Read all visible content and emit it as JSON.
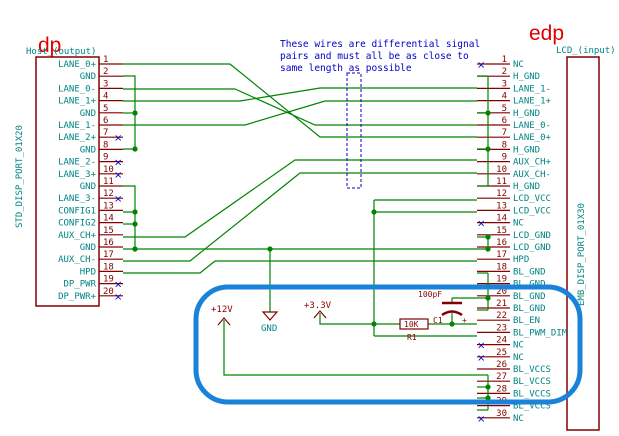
{
  "titles": {
    "left": "dp",
    "right": "edp"
  },
  "left_connector": {
    "name": "Host_(output)",
    "part": "STD_DISP_PORT_01X20",
    "pins": [
      {
        "n": "1",
        "label": "LANE_0+"
      },
      {
        "n": "2",
        "label": "GND"
      },
      {
        "n": "3",
        "label": "LANE_0-"
      },
      {
        "n": "4",
        "label": "LANE_1+"
      },
      {
        "n": "5",
        "label": "GND"
      },
      {
        "n": "6",
        "label": "LANE_1-"
      },
      {
        "n": "7",
        "label": "LANE_2+"
      },
      {
        "n": "8",
        "label": "GND"
      },
      {
        "n": "9",
        "label": "LANE_2-"
      },
      {
        "n": "10",
        "label": "LANE_3+"
      },
      {
        "n": "11",
        "label": "GND"
      },
      {
        "n": "12",
        "label": "LANE_3-"
      },
      {
        "n": "13",
        "label": "CONFIG1"
      },
      {
        "n": "14",
        "label": "CONFIG2"
      },
      {
        "n": "15",
        "label": "AUX_CH+"
      },
      {
        "n": "16",
        "label": "GND"
      },
      {
        "n": "17",
        "label": "AUX_CH-"
      },
      {
        "n": "18",
        "label": "HPD"
      },
      {
        "n": "19",
        "label": "DP_PWR"
      },
      {
        "n": "20",
        "label": "DP_PWR+"
      }
    ]
  },
  "right_connector": {
    "name": "LCD_(input)",
    "part": "EMB_DISP_PORT_01X30",
    "pins": [
      {
        "n": "1",
        "label": "NC"
      },
      {
        "n": "2",
        "label": "H_GND"
      },
      {
        "n": "3",
        "label": "LANE_1-"
      },
      {
        "n": "4",
        "label": "LANE_1+"
      },
      {
        "n": "5",
        "label": "H_GND"
      },
      {
        "n": "6",
        "label": "LANE_0-"
      },
      {
        "n": "7",
        "label": "LANE_0+"
      },
      {
        "n": "8",
        "label": "H_GND"
      },
      {
        "n": "9",
        "label": "AUX_CH+"
      },
      {
        "n": "10",
        "label": "AUX_CH-"
      },
      {
        "n": "11",
        "label": "H_GND"
      },
      {
        "n": "12",
        "label": "LCD_VCC"
      },
      {
        "n": "13",
        "label": "LCD_VCC"
      },
      {
        "n": "14",
        "label": "NC"
      },
      {
        "n": "15",
        "label": "LCD_GND"
      },
      {
        "n": "16",
        "label": "LCD_GND"
      },
      {
        "n": "17",
        "label": "HPD"
      },
      {
        "n": "18",
        "label": "BL_GND"
      },
      {
        "n": "19",
        "label": "BL_GND"
      },
      {
        "n": "20",
        "label": "BL_GND"
      },
      {
        "n": "21",
        "label": "BL_GND"
      },
      {
        "n": "22",
        "label": "BL_EN"
      },
      {
        "n": "23",
        "label": "BL_PWM_DIM"
      },
      {
        "n": "24",
        "label": "NC"
      },
      {
        "n": "25",
        "label": "NC"
      },
      {
        "n": "26",
        "label": "BL_VCCS"
      },
      {
        "n": "27",
        "label": "BL_VCCS"
      },
      {
        "n": "28",
        "label": "BL_VCCS"
      },
      {
        "n": "29",
        "label": "BL_VCCS"
      },
      {
        "n": "30",
        "label": "NC"
      }
    ]
  },
  "note": [
    "These wires are differential signal",
    "pairs and must all be as close to",
    "same length as possible"
  ],
  "power": {
    "gnd": "GND",
    "v33": "+3.3V",
    "v12": "+12V"
  },
  "resistor": {
    "ref": "R1",
    "value": "10K"
  },
  "capacitor": {
    "ref": "C1",
    "value": "100pF"
  },
  "colors": {
    "connector": "#840000",
    "pin_label": "#008484",
    "wire": "#008400",
    "title": "#e00000",
    "note": "#0000c8",
    "nc": "#0000c8",
    "highlight": "#1a82d9",
    "background": "#ffffff"
  }
}
